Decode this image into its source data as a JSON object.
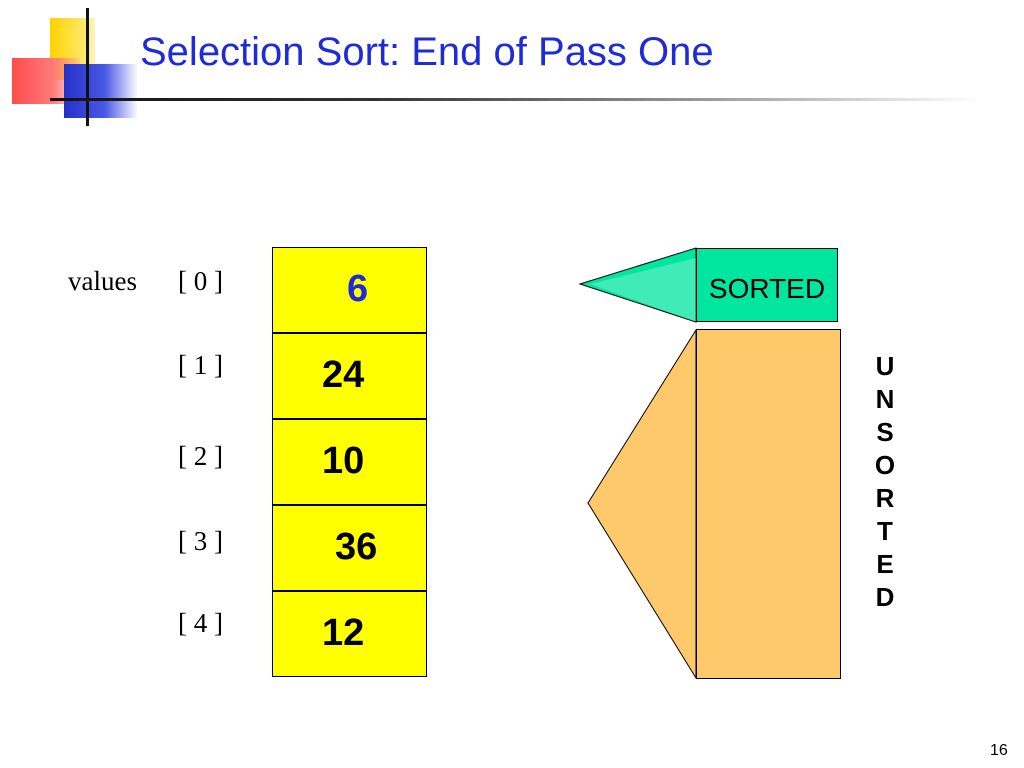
{
  "slide": {
    "title": "Selection Sort: End of Pass One",
    "page_number": "16"
  },
  "array": {
    "name": "values",
    "cells": [
      {
        "index": "[ 0 ]",
        "value": "6",
        "color": "#1f2bd6"
      },
      {
        "index": "[ 1 ]",
        "value": "24",
        "color": "#000000"
      },
      {
        "index": "[ 2 ]",
        "value": "10",
        "color": "#000000"
      },
      {
        "index": "[ 3 ]",
        "value": "36",
        "color": "#000000"
      },
      {
        "index": "[ 4 ]",
        "value": "12",
        "color": "#000000"
      }
    ]
  },
  "sorted_region": {
    "label": "SORTED",
    "color": "#00e5a0"
  },
  "unsorted_region": {
    "letters": [
      "U",
      "N",
      "S",
      "O",
      "R",
      "T",
      "E",
      "D"
    ],
    "color": "#fdc96b"
  },
  "colors": {
    "title": "#1f2bd6",
    "cell_fill": "#ffff00"
  }
}
